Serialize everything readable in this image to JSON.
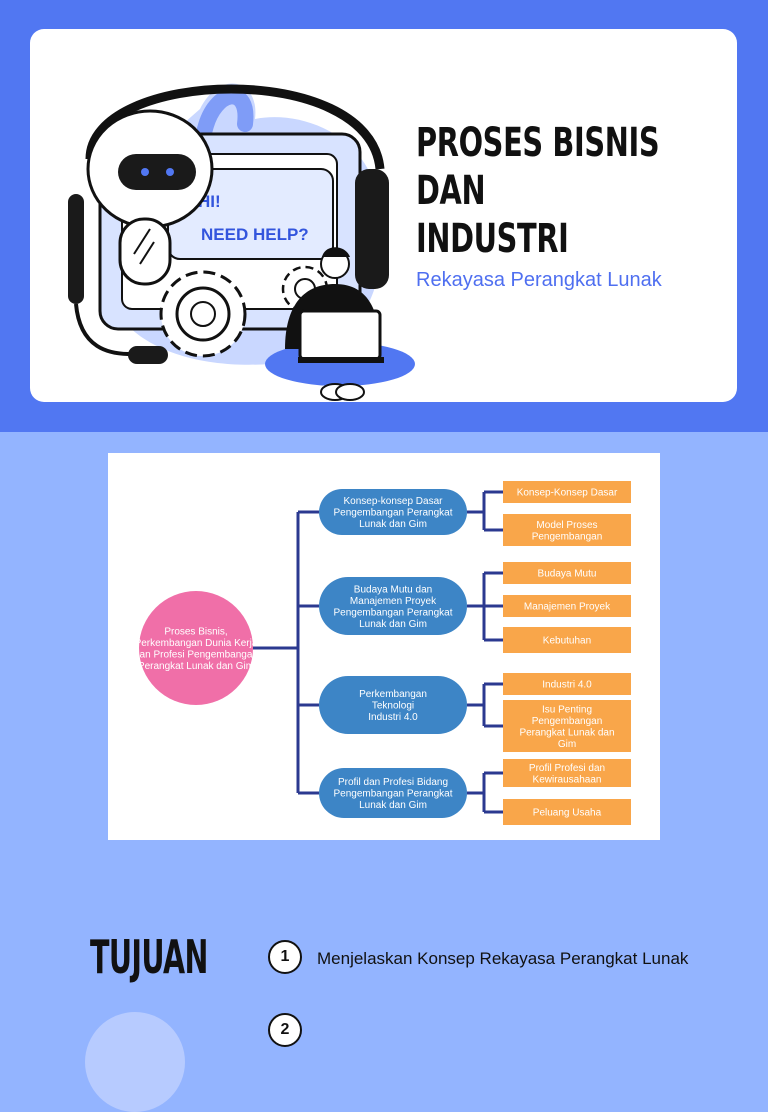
{
  "hero": {
    "bubble_line1": "HI!",
    "bubble_line2": "NEED HELP?",
    "title_lines": [
      "PROSES BISNIS",
      "DAN",
      "INDUSTRI"
    ],
    "subtitle": "Rekayasa Perangkat Lunak"
  },
  "colors": {
    "top_band": "#5177f2",
    "page_bg": "#93b4ff",
    "accent_blue": "#4f6ff0",
    "node_blue": "#3d85c6",
    "leaf_orange": "#f9a64a",
    "root_pink": "#f06fa8",
    "connector": "#2b3990"
  },
  "mindmap": {
    "root": [
      "Proses Bisnis,",
      "Perkembangan Dunia Kerja",
      "dan Profesi Pengembangan",
      "Perangkat Lunak dan Gim"
    ],
    "branches": [
      {
        "label": [
          "Konsep-konsep Dasar",
          "Pengembangan Perangkat",
          "Lunak dan Gim"
        ],
        "leaves": [
          [
            "Konsep-Konsep Dasar"
          ],
          [
            "Model Proses",
            "Pengembangan"
          ]
        ]
      },
      {
        "label": [
          "Budaya Mutu dan",
          "Manajemen Proyek",
          "Pengembangan Perangkat",
          "Lunak dan Gim"
        ],
        "leaves": [
          [
            "Budaya Mutu"
          ],
          [
            "Manajemen Proyek"
          ],
          [
            "Kebutuhan"
          ]
        ]
      },
      {
        "label": [
          "Perkembangan",
          "Teknologi",
          "Industri 4.0"
        ],
        "leaves": [
          [
            "Industri 4.0"
          ],
          [
            "Isu Penting",
            "Pengembangan",
            "Perangkat Lunak dan",
            "Gim"
          ]
        ]
      },
      {
        "label": [
          "Profil dan Profesi Bidang",
          "Pengembangan Perangkat",
          "Lunak dan Gim"
        ],
        "leaves": [
          [
            "Profil Profesi dan",
            "Kewirausahaan"
          ],
          [
            "Peluang Usaha"
          ]
        ]
      }
    ]
  },
  "tujuan": {
    "heading": "TUJUAN",
    "goals": [
      {
        "number": "1",
        "text": "Menjelaskan Konsep Rekayasa Perangkat Lunak"
      },
      {
        "number": "2",
        "text": ""
      }
    ]
  }
}
